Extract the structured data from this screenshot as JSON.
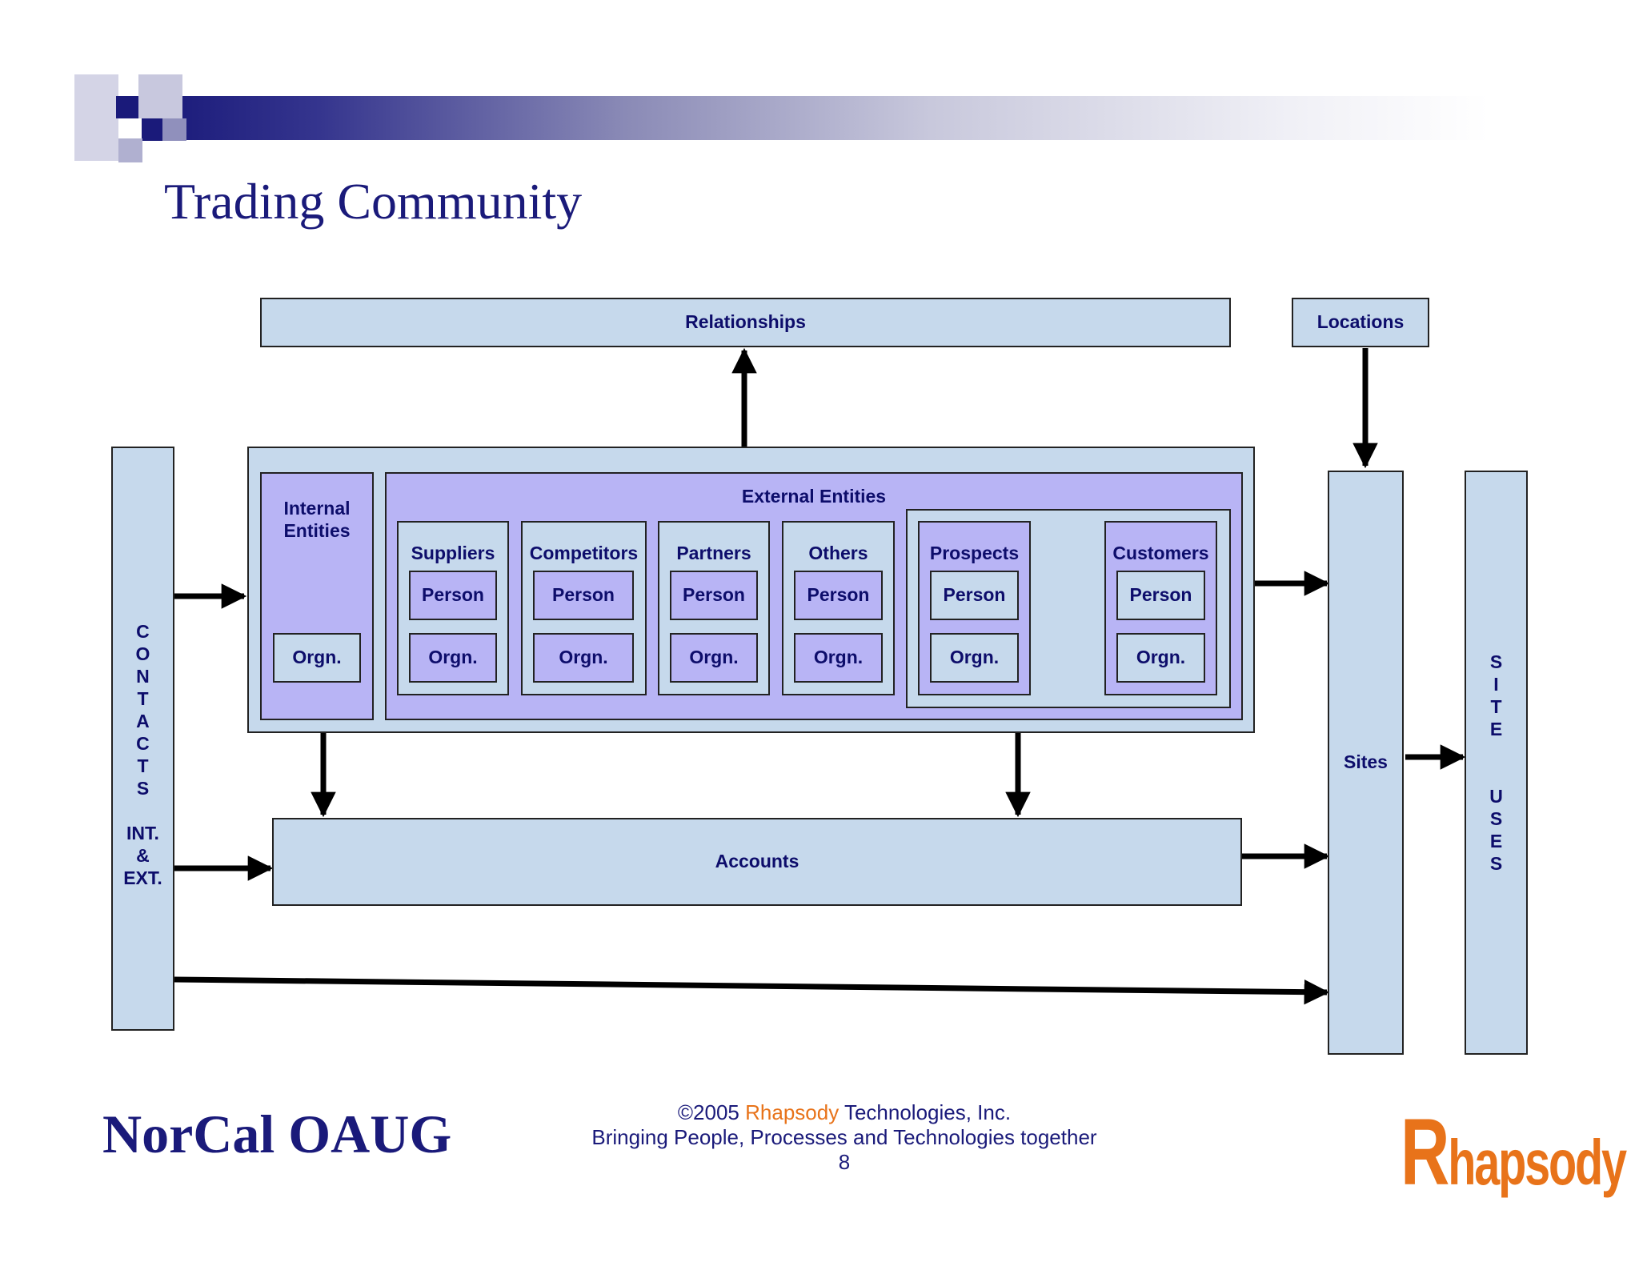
{
  "slide": {
    "title": "Trading Community"
  },
  "diagram": {
    "relationships": "Relationships",
    "locations": "Locations",
    "contacts_label": "C\nO\nN\nT\nA\nC\nT\nS\n\nINT.\n&\nEXT.",
    "internal_entities": "Internal\nEntities",
    "external_entities": "External Entities",
    "groups": [
      {
        "name": "Suppliers",
        "person": "Person",
        "orgn": "Orgn."
      },
      {
        "name": "Competitors",
        "person": "Person",
        "orgn": "Orgn."
      },
      {
        "name": "Partners",
        "person": "Person",
        "orgn": "Orgn."
      },
      {
        "name": "Others",
        "person": "Person",
        "orgn": "Orgn."
      },
      {
        "name": "Prospects",
        "person": "Person",
        "orgn": "Orgn."
      },
      {
        "name": "Customers",
        "person": "Person",
        "orgn": "Orgn."
      }
    ],
    "internal_orgn": "Orgn.",
    "accounts": "Accounts",
    "sites": "Sites",
    "site_uses_label": "S\nI\nT\nE\n\n\nU\nS\nE\nS"
  },
  "footer": {
    "org_name": "NorCal OAUG",
    "copyright_prefix": "©2005 ",
    "company_accent": "Rhapsody",
    "copyright_suffix": " Technologies, Inc.",
    "tagline": "Bringing People, Processes and Technologies together",
    "page_number": "8",
    "logo_first": "R",
    "logo_rest": "hapsody"
  },
  "colors": {
    "light_box": "#c6d9ec",
    "purple_box": "#b8b4f5",
    "text_navy": "#0d0d6b",
    "accent_orange": "#e8731a"
  }
}
